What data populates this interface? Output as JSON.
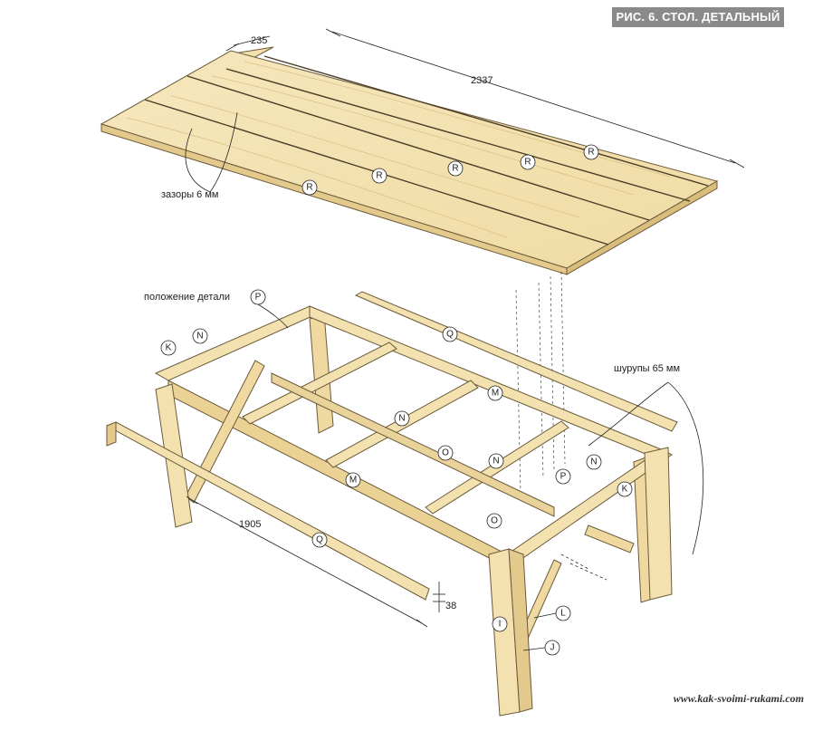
{
  "title": "РИС. 6. СТОЛ. ДЕТАЛЬНЫЙ ВИД",
  "dimensions": {
    "top_width": "235",
    "top_length": "2337",
    "bench_length": "1905",
    "bench_height": "38"
  },
  "labels": {
    "gaps": "зазоры 6 мм",
    "part_position": "положение детали",
    "screws": "шурупы 65 мм"
  },
  "parts": {
    "R": "R",
    "Q": "Q",
    "M": "M",
    "N": "N",
    "O": "O",
    "K": "K",
    "P": "P",
    "L": "L",
    "I": "I",
    "J": "J"
  },
  "watermark": "www.kak-svoimi-rukami.com",
  "colors": {
    "wood": "#f3e2b0",
    "wood_dark": "#e3c98c",
    "outline": "#6b5a3a",
    "badge": "#8a8a8a"
  }
}
